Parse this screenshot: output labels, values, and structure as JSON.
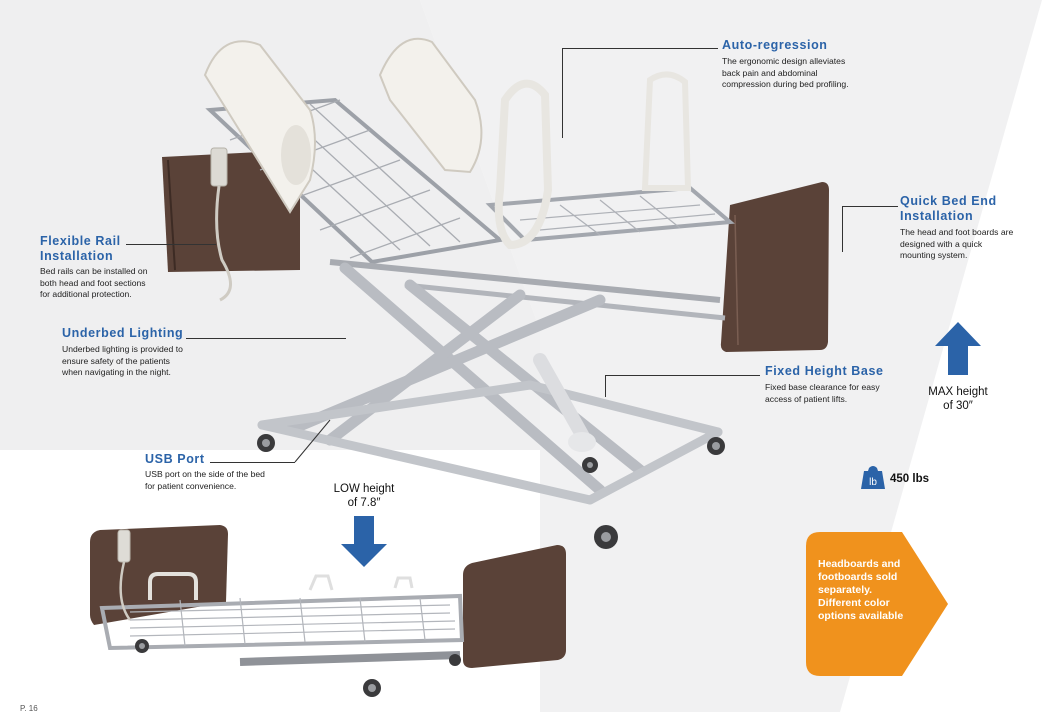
{
  "features": {
    "auto_regression": {
      "title": "Auto-regression",
      "desc": [
        "The ergonomic design alleviates",
        "back pain and abdominal",
        "compression during bed profiling."
      ]
    },
    "quick_bed_end": {
      "title": [
        "Quick Bed End",
        "Installation"
      ],
      "desc": [
        "The head and foot boards are",
        "designed with a quick",
        "mounting system."
      ]
    },
    "flexible_rail": {
      "title": [
        "Flexible Rail",
        "Installation"
      ],
      "desc": [
        "Bed rails can be installed on",
        "both head and foot sections",
        "for additional protection."
      ]
    },
    "underbed_lighting": {
      "title": "Underbed Lighting",
      "desc": [
        "Underbed lighting is provided to",
        "ensure safety of the patients",
        "when navigating in the night."
      ]
    },
    "fixed_height_base": {
      "title": "Fixed Height Base",
      "desc": [
        "Fixed base clearance for easy",
        "access of patient lifts."
      ]
    },
    "usb_port": {
      "title": "USB Port",
      "desc": [
        "USB port on the side of the bed",
        "for patient convenience."
      ]
    }
  },
  "heights": {
    "max": [
      "MAX height",
      "of 30″"
    ],
    "low": [
      "LOW height",
      "of 7.8″"
    ]
  },
  "weight": {
    "icon_text": "lb",
    "value": "450 lbs"
  },
  "note": [
    "Headboards and",
    "footboards sold",
    "separately.",
    "Different color",
    "options available"
  ],
  "page_number": "P. 16",
  "colors": {
    "accent_blue": "#2b63a8",
    "note_orange": "#f0921d",
    "board_brown": "#5a4238",
    "frame_gray": "#b9bcc2"
  }
}
